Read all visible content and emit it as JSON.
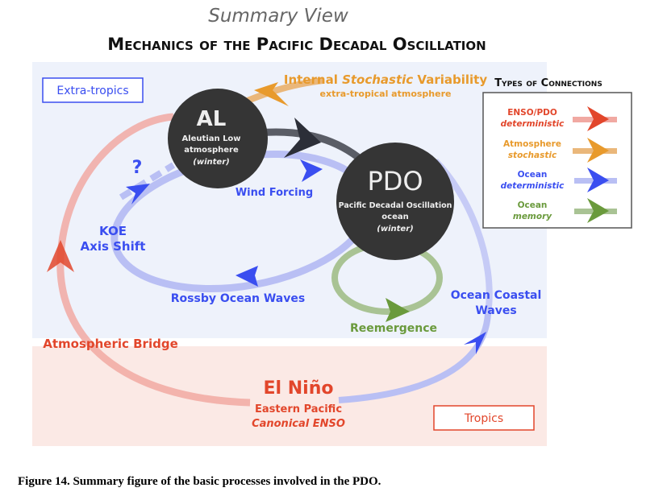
{
  "header": {
    "subtitle": "Summary View",
    "title": "Mechanics of the Pacific Decadal Oscillation"
  },
  "regions": {
    "extratropics": "Extra-tropics",
    "tropics": "Tropics"
  },
  "nodes": {
    "al": {
      "title": "AL",
      "line1": "Aleutian Low",
      "line2": "atmosphere",
      "line3": "(winter)"
    },
    "pdo": {
      "title": "PDO",
      "line1": "Pacific Decadal Oscillation",
      "line2": "ocean",
      "line3": "(winter)"
    },
    "elnino": {
      "title": "El Niño",
      "line1": "Eastern Pacific",
      "line2": "Canonical ENSO"
    }
  },
  "labels": {
    "internal_pre": "Internal ",
    "internal_italic": "Stochastic",
    "internal_post": " Variability",
    "internal_sub": "extra-tropical atmosphere",
    "wind_forcing": "Wind Forcing",
    "koe1": "KOE",
    "koe2": "Axis Shift",
    "question": "?",
    "rossby": "Rossby Ocean Waves",
    "reemergence": "Reemergence",
    "coastal1": "Ocean Coastal",
    "coastal2": "Waves",
    "bridge": "Atmospheric Bridge"
  },
  "legend": {
    "title": "Types of Connections",
    "items": [
      {
        "line1": "ENSO/PDO",
        "line2": "deterministic",
        "color": "#e2462b"
      },
      {
        "line1": "Atmosphere",
        "line2": "stochastic",
        "color": "#e89a2c"
      },
      {
        "line1": "Ocean",
        "line2": "deterministic",
        "color": "#3a4ef0"
      },
      {
        "line1": "Ocean",
        "line2": "memory",
        "color": "#6a9a3c"
      }
    ]
  },
  "caption": "Figure 14. Summary figure of the basic processes involved in the PDO."
}
